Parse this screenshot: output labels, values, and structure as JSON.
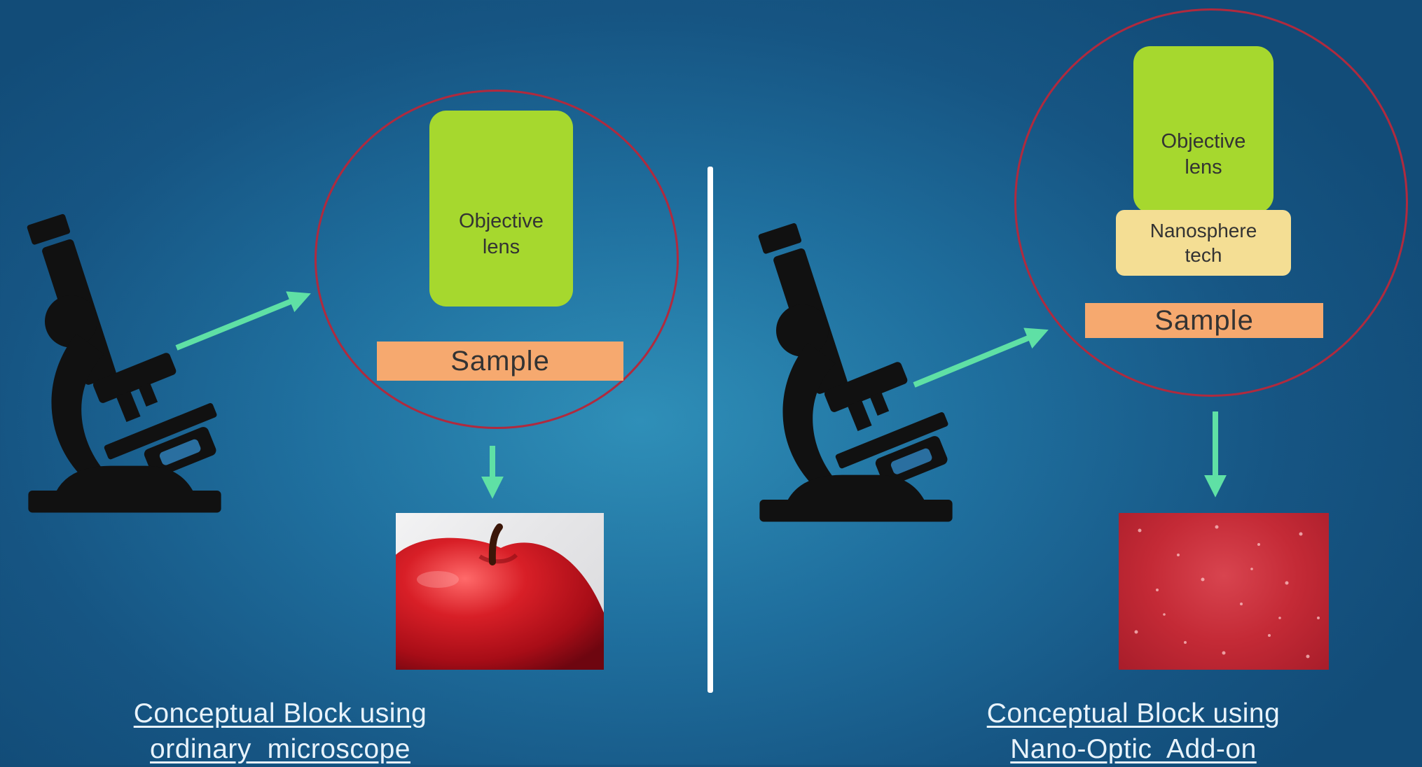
{
  "left": {
    "lens_label": "Objective\nlens",
    "sample_label": "Sample",
    "caption_line1": "Conceptual Block using",
    "caption_line2": "ordinary  microscope"
  },
  "right": {
    "lens_label": "Objective\nlens",
    "nano_label": "Nanosphere\ntech",
    "sample_label": "Sample",
    "caption_line1": "Conceptual Block using",
    "caption_line2": "Nano-Optic  Add-on"
  },
  "icons": [
    "microscope-icon",
    "arrow-icon"
  ],
  "colors": {
    "lens": "#a6d82e",
    "nanosphere": "#f4de94",
    "sample": "#f6a96f",
    "circle": "#b02a3e",
    "arrow": "#5fe0a5",
    "apple": "#c4141f"
  }
}
